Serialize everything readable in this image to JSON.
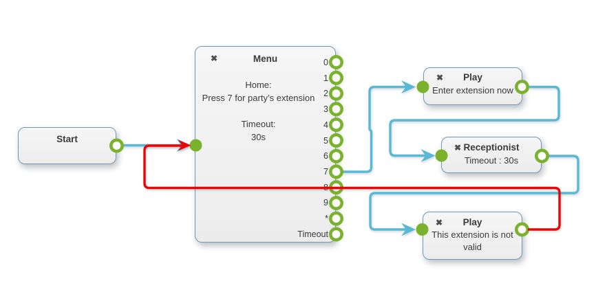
{
  "colors": {
    "node_border": "#6f97b7",
    "node_fill": "#f6f6f6",
    "node_fill2": "#ececec",
    "port_green": "#7ab22d",
    "line_blue": "#58b8d6",
    "line_red": "#ea0606",
    "text_dark": "#3a3a3a",
    "close": "#4f4f4f"
  },
  "icons": {
    "close": "✖"
  },
  "nodes": {
    "start": {
      "title": "Start"
    },
    "menu": {
      "title": "Menu",
      "body": [
        "Home:",
        "Press 7 for party’s extension",
        "Timeout:",
        "30s"
      ],
      "ports": [
        "0",
        "1",
        "2",
        "3",
        "4",
        "5",
        "6",
        "7",
        "8",
        "9",
        "*",
        "Timeout"
      ]
    },
    "play_enter": {
      "title": "Play",
      "body": "Enter extension now"
    },
    "receptionist": {
      "title": "Receptionist",
      "body": "Timeout : 30s"
    },
    "play_invalid": {
      "title": "Play",
      "body": "This extension is not valid"
    }
  },
  "connections": [
    {
      "from": "start",
      "to": "menu",
      "color": "blue"
    },
    {
      "from": "menu.port.7",
      "to": "play_enter",
      "color": "blue"
    },
    {
      "from": "play_enter",
      "to": "receptionist",
      "color": "blue"
    },
    {
      "from": "receptionist",
      "to": "play_invalid",
      "color": "blue"
    },
    {
      "from": "play_invalid",
      "to": "menu",
      "color": "red"
    }
  ]
}
